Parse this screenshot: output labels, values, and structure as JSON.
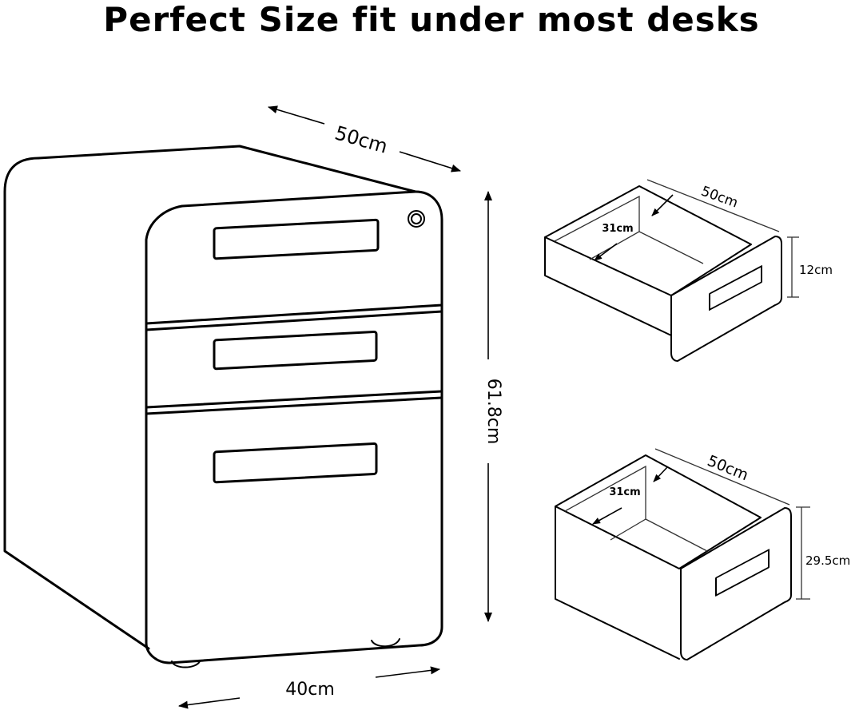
{
  "title": "Perfect Size fit under most desks",
  "cabinet": {
    "width_label": "50cm",
    "height_label": "61.8cm",
    "depth_label": "40cm"
  },
  "small_drawer": {
    "width_label": "50cm",
    "depth_label": "31cm",
    "height_label": "12cm"
  },
  "large_drawer": {
    "width_label": "50cm",
    "depth_label": "31cm",
    "height_label": "29.5cm"
  }
}
